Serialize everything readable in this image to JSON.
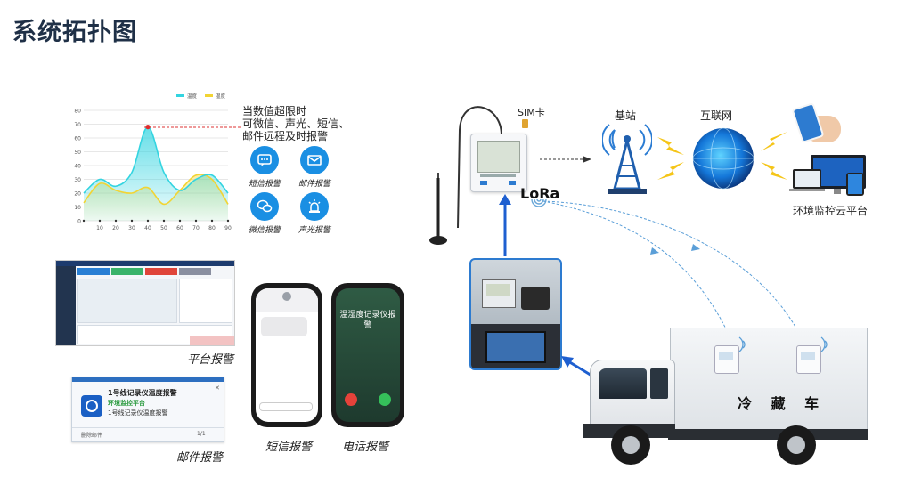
{
  "page": {
    "title": "系统拓扑图"
  },
  "chart_data": {
    "type": "area",
    "x": [
      0,
      10,
      20,
      30,
      40,
      50,
      60,
      70,
      80,
      90
    ],
    "series": [
      {
        "name": "温度",
        "values": [
          20,
          30,
          25,
          35,
          68,
          35,
          22,
          30,
          33,
          20
        ],
        "color": "#33d4e0"
      },
      {
        "name": "湿度",
        "values": [
          13,
          27,
          22,
          20,
          24,
          12,
          22,
          33,
          30,
          12
        ],
        "color": "#f2d433"
      }
    ],
    "xticks": [
      "10",
      "20",
      "30",
      "40",
      "50",
      "60",
      "70",
      "80",
      "90"
    ],
    "yticks": [
      "0",
      "10",
      "20",
      "30",
      "40",
      "50",
      "60",
      "70",
      "80"
    ],
    "ylim": [
      0,
      80
    ],
    "peak_marker": {
      "x": 40,
      "y": 68
    },
    "legend_position": "top"
  },
  "alarm": {
    "description_lines": [
      "当数值超限时",
      "可微信、声光、短信、",
      "邮件远程及时报警"
    ],
    "methods": [
      {
        "label": "短信报警",
        "icon": "sms-icon"
      },
      {
        "label": "邮件报警",
        "icon": "mail-icon"
      },
      {
        "label": "微信报警",
        "icon": "wechat-icon"
      },
      {
        "label": "声光报警",
        "icon": "alarm-light-icon"
      }
    ]
  },
  "captions": {
    "platform": "平台报警",
    "email": "邮件报警",
    "sms": "短信报警",
    "call": "电话报警"
  },
  "email_popup": {
    "title": "1号线记录仪温度报警",
    "sender": "环境监控平台",
    "body": "1号线记录仪温度报警",
    "action": "删除邮件",
    "pager": "1/1"
  },
  "call_screen": {
    "caller": "温湿度记录仪报警"
  },
  "network": {
    "sim": "SIM卡",
    "lora": "LoRa",
    "base_station": "基站",
    "internet": "互联网",
    "cloud_platform": "环境监控云平台"
  },
  "truck": {
    "label": "冷 藏 车"
  }
}
